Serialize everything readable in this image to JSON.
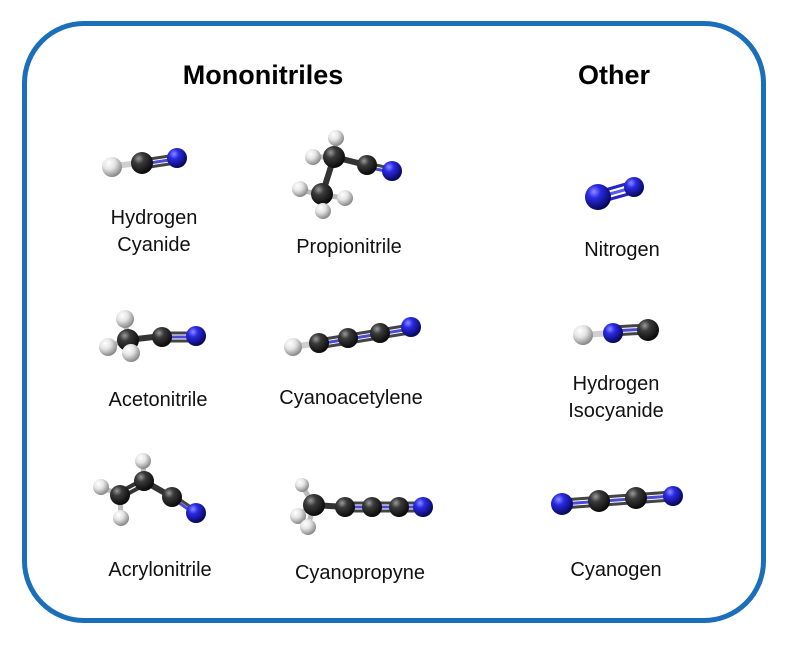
{
  "headings": {
    "left": "Mononitriles",
    "right": "Other"
  },
  "molecules": [
    {
      "id": "hydrogen-cyanide",
      "lines": [
        "Hydrogen",
        "Cyanide"
      ],
      "column": "mononitriles"
    },
    {
      "id": "propionitrile",
      "lines": [
        "Propionitrile"
      ],
      "column": "mononitriles"
    },
    {
      "id": "acetonitrile",
      "lines": [
        "Acetonitrile"
      ],
      "column": "mononitriles"
    },
    {
      "id": "cyanoacetylene",
      "lines": [
        "Cyanoacetylene"
      ],
      "column": "mononitriles"
    },
    {
      "id": "acrylonitrile",
      "lines": [
        "Acrylonitrile"
      ],
      "column": "mononitriles"
    },
    {
      "id": "cyanopropyne",
      "lines": [
        "Cyanopropyne"
      ],
      "column": "mononitriles"
    },
    {
      "id": "nitrogen",
      "lines": [
        "Nitrogen"
      ],
      "column": "other"
    },
    {
      "id": "hydrogen-isocyanide",
      "lines": [
        "Hydrogen",
        "Isocyanide"
      ],
      "column": "other"
    },
    {
      "id": "cyanogen",
      "lines": [
        "Cyanogen"
      ],
      "column": "other"
    }
  ],
  "colors": {
    "border": "#1b6fba",
    "nitrogen": "#1a1ad8",
    "carbon": "#2e2e2e",
    "hydrogen": "#e6e6e6"
  }
}
